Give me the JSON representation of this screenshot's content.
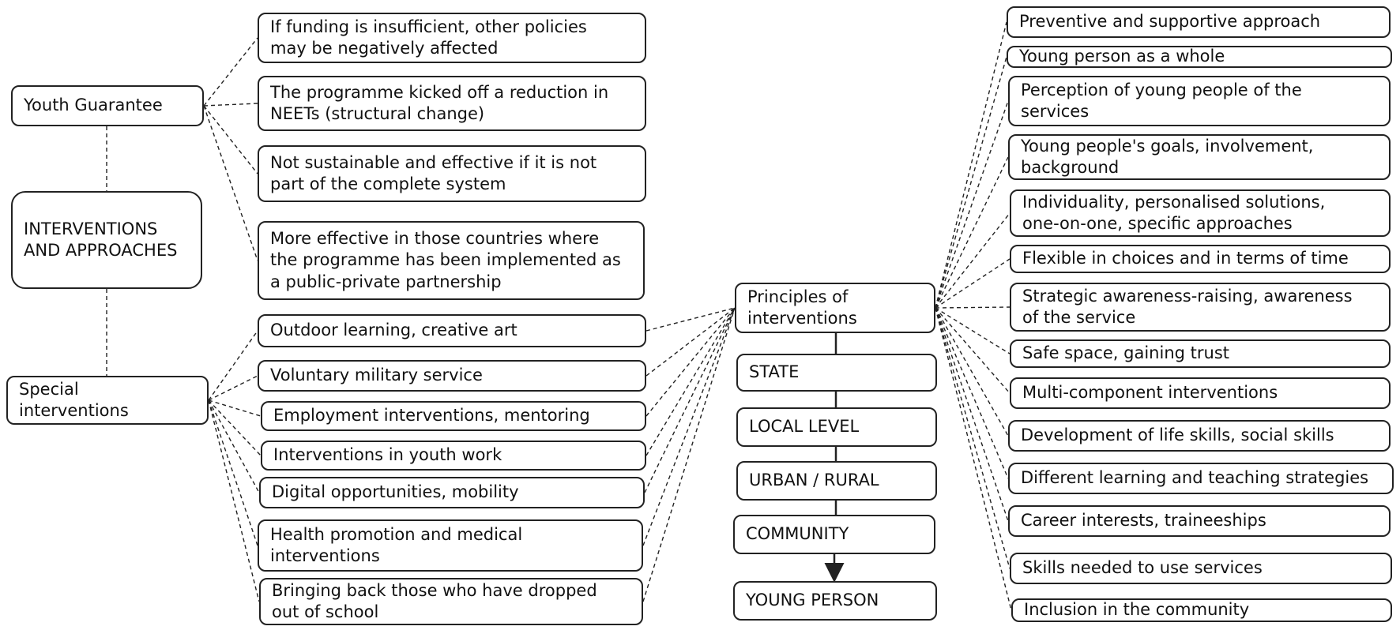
{
  "root": {
    "label": "INTERVENTIONS\nAND APPROACHES"
  },
  "youth_guarantee": {
    "label": "Youth Guarantee",
    "items": [
      "If funding is insufficient, other policies\nmay be negatively affected",
      "The programme kicked off a reduction in\nNEETs (structural change)",
      "Not sustainable and effective if it is not\npart of the complete system",
      "More effective in those countries where\nthe programme has been implemented as\na public-private partnership"
    ]
  },
  "special_interventions": {
    "label": "Special\ninterventions",
    "items": [
      "Outdoor learning, creative art",
      "Voluntary military service",
      "Employment interventions, mentoring",
      "Interventions in youth work",
      "Digital opportunities, mobility",
      "Health promotion and medical\ninterventions",
      "Bringing back those who have dropped\nout of school"
    ]
  },
  "principles": {
    "label": "Principles of\ninterventions",
    "levels": [
      "STATE",
      "LOCAL LEVEL",
      "URBAN / RURAL",
      "COMMUNITY",
      "YOUNG PERSON"
    ],
    "items": [
      "Preventive and supportive approach",
      "Young person as a whole",
      "Perception of young people of the\nservices",
      "Young people's goals, involvement,\nbackground",
      "Individuality, personalised solutions,\none-on-one, specific approaches",
      "Flexible in choices and in terms of time",
      "Strategic awareness-raising, awareness\nof the service",
      "Safe space, gaining trust",
      "Multi-component interventions",
      "Development of life skills, social skills",
      "Different learning and teaching strategies",
      "Career interests, traineeships",
      "Skills needed to use services",
      "Inclusion in the community"
    ]
  }
}
